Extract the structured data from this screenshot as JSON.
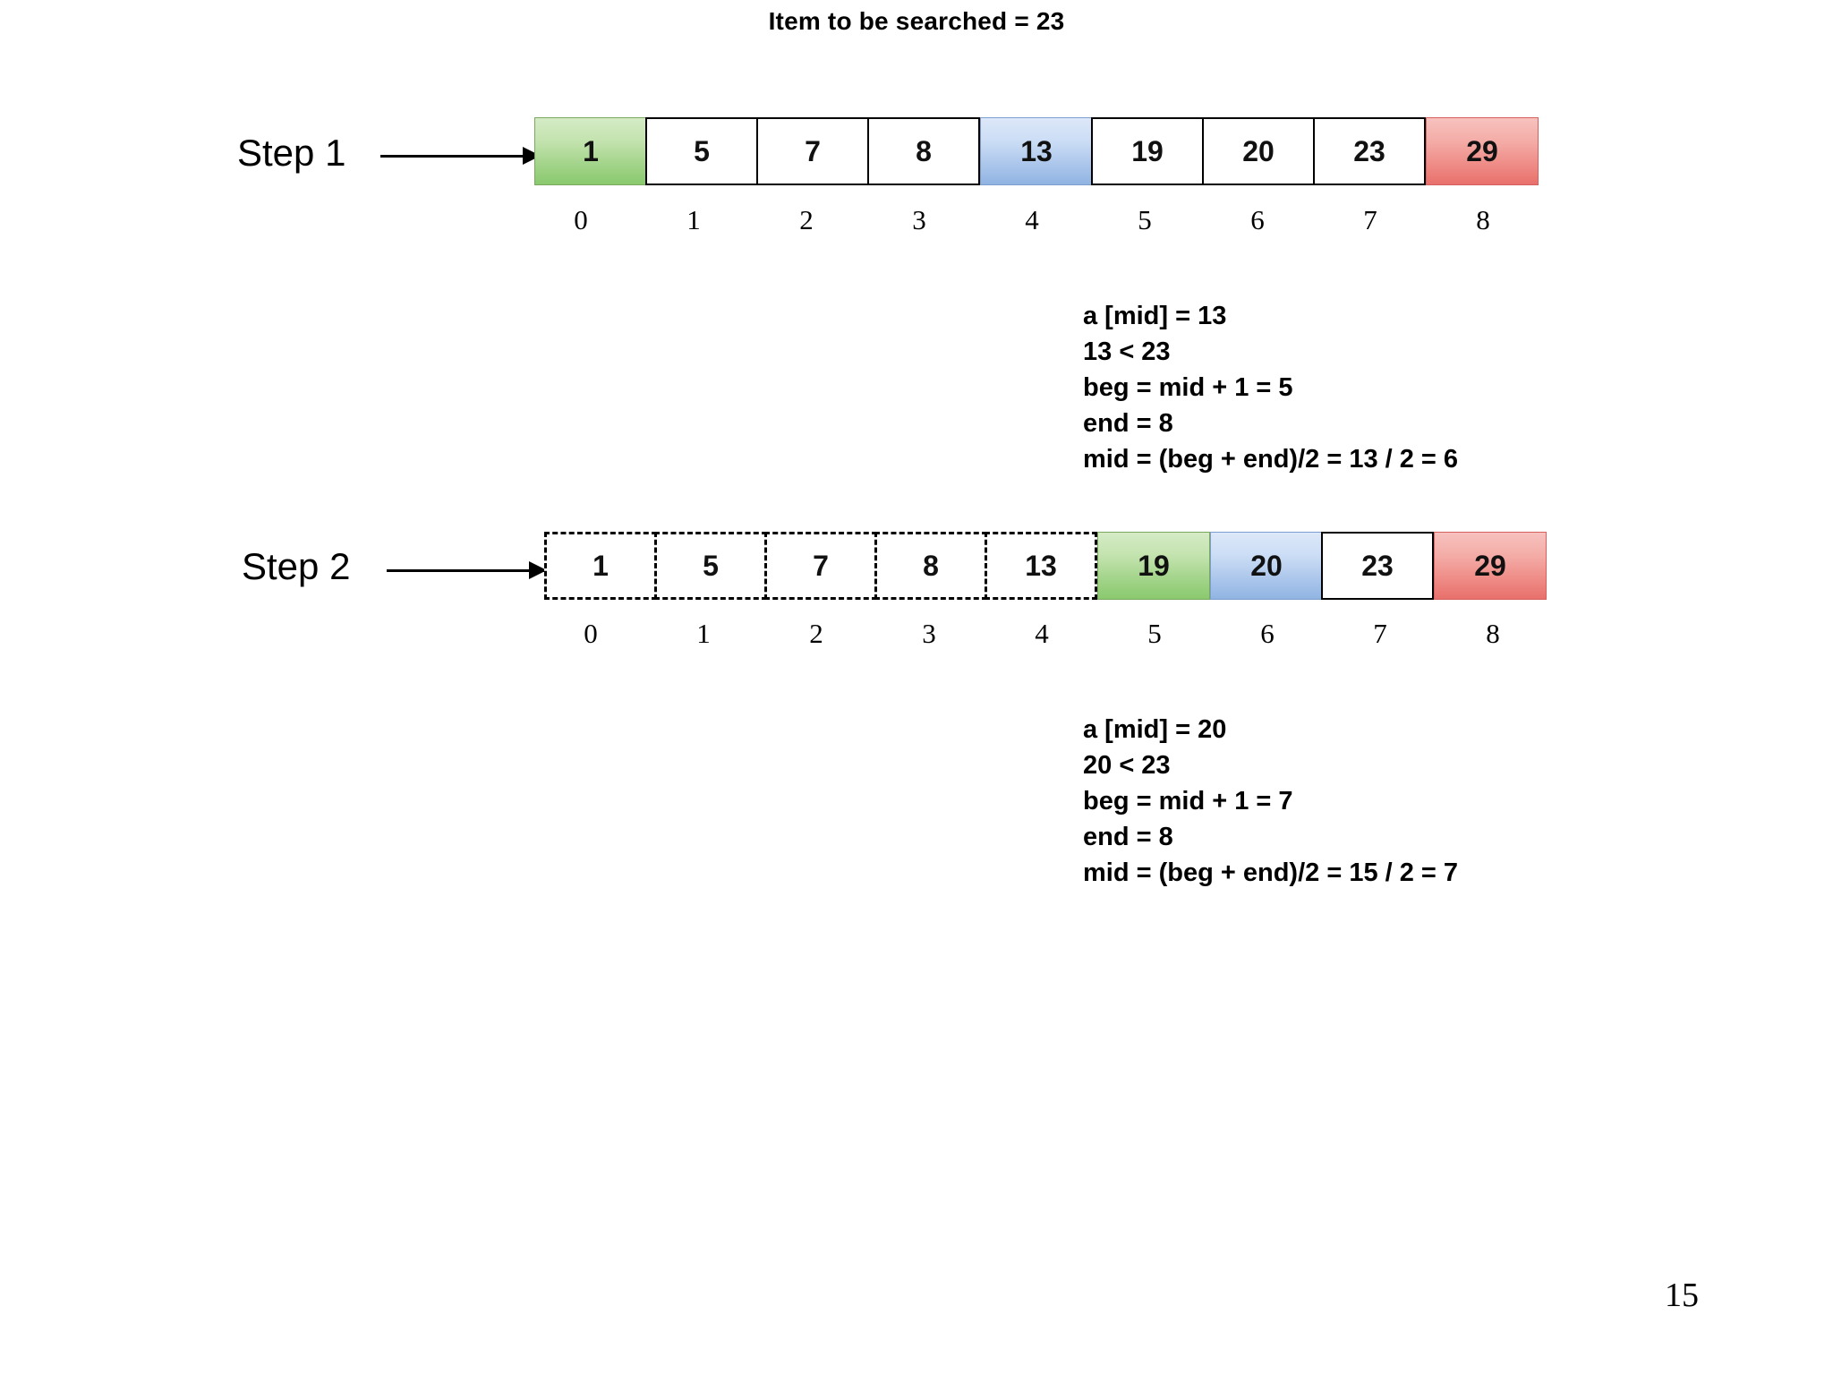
{
  "slide": {
    "title": "Item to be searched = 23",
    "page_number": "15"
  },
  "steps": [
    {
      "label": "Step 1",
      "cells": [
        {
          "value": "1",
          "style": "green",
          "index": "0"
        },
        {
          "value": "5",
          "style": "plain",
          "index": "1"
        },
        {
          "value": "7",
          "style": "plain",
          "index": "2"
        },
        {
          "value": "8",
          "style": "plain",
          "index": "3"
        },
        {
          "value": "13",
          "style": "blue",
          "index": "4"
        },
        {
          "value": "19",
          "style": "plain",
          "index": "5"
        },
        {
          "value": "20",
          "style": "plain",
          "index": "6"
        },
        {
          "value": "23",
          "style": "plain",
          "index": "7"
        },
        {
          "value": "29",
          "style": "red",
          "index": "8"
        }
      ],
      "info": [
        "a [mid] = 13",
        "13 < 23",
        "beg = mid + 1 = 5",
        "end = 8",
        "mid = (beg + end)/2 = 13 / 2 = 6"
      ]
    },
    {
      "label": "Step 2",
      "cells": [
        {
          "value": "1",
          "style": "dashed",
          "index": "0"
        },
        {
          "value": "5",
          "style": "dashed",
          "index": "1"
        },
        {
          "value": "7",
          "style": "dashed",
          "index": "2"
        },
        {
          "value": "8",
          "style": "dashed",
          "index": "3"
        },
        {
          "value": "13",
          "style": "dashed",
          "index": "4"
        },
        {
          "value": "19",
          "style": "green",
          "index": "5"
        },
        {
          "value": "20",
          "style": "blue",
          "index": "6"
        },
        {
          "value": "23",
          "style": "plain",
          "index": "7"
        },
        {
          "value": "29",
          "style": "red",
          "index": "8"
        }
      ],
      "info": [
        "a [mid] = 20",
        "20 < 23",
        "beg = mid + 1 = 7",
        "end = 8",
        "mid = (beg + end)/2 = 15 / 2 = 7"
      ]
    }
  ],
  "colors": {
    "highlight_green": "#9ed285",
    "highlight_blue": "#a7c3ea",
    "highlight_red": "#ee8782",
    "border": "#000000",
    "text": "#000000"
  }
}
